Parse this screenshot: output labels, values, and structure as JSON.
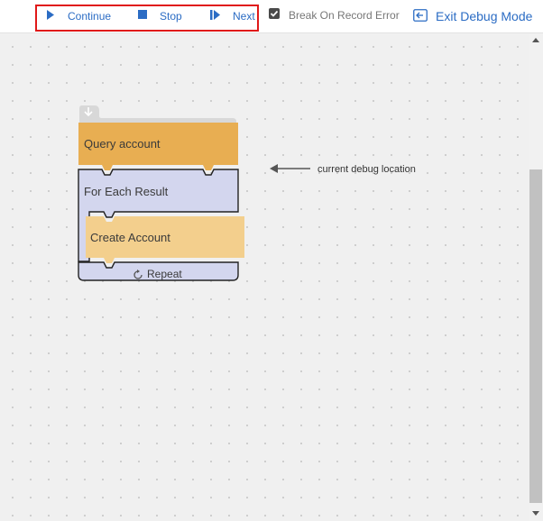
{
  "toolbar": {
    "continue_label": "Continue",
    "stop_label": "Stop",
    "next_label": "Next",
    "break_on_error_label": "Break On Record Error",
    "break_on_error_checked": true,
    "exit_label": "Exit Debug Mode"
  },
  "blocks": {
    "query_label": "Query account",
    "for_each_label": "For Each Result",
    "create_label": "Create Account",
    "repeat_label": "Repeat"
  },
  "annotation": {
    "text": "current debug location"
  },
  "colors": {
    "accent": "#2b6cc4",
    "highlight_box": "#e01919",
    "query_block": "#e8ae52",
    "loop_block": "#d3d6ee",
    "create_block": "#f3cf8d"
  }
}
